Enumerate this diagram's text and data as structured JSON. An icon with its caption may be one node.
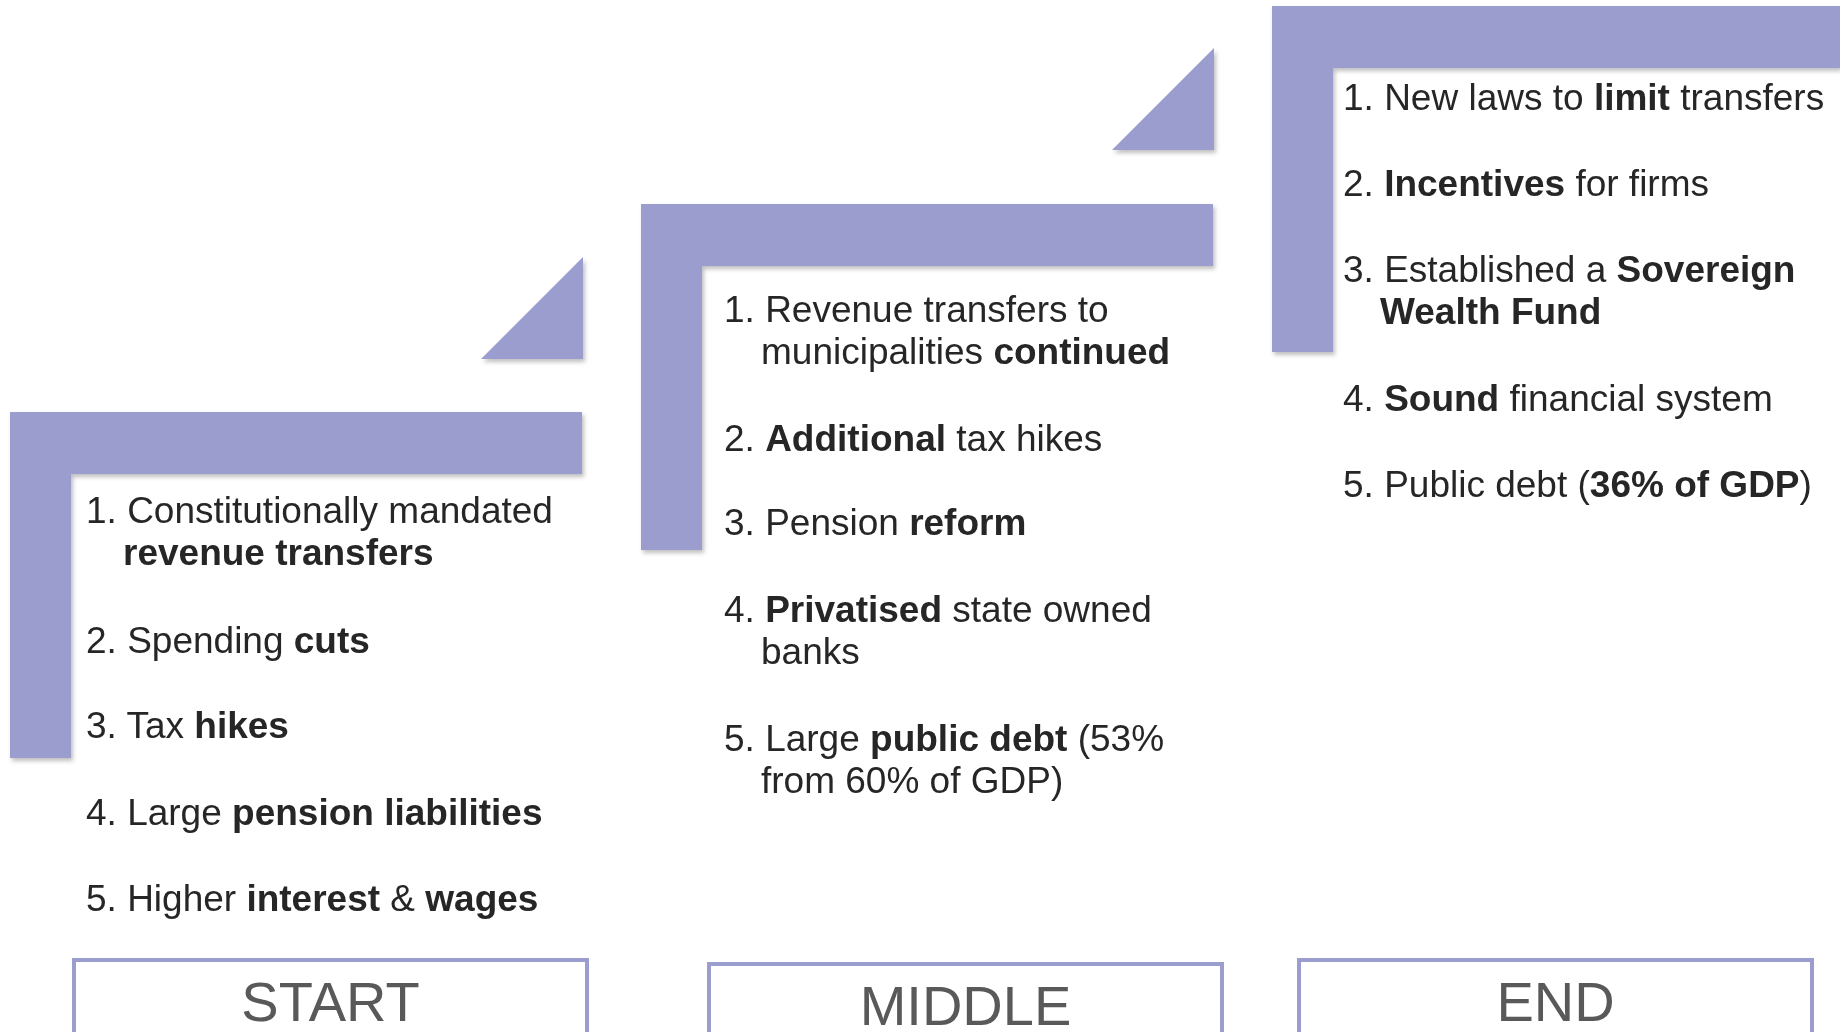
{
  "diagram": {
    "nodes": [
      {
        "text": [
          "START"
        ]
      },
      {
        "text": [
          "MIDDLE"
        ]
      },
      {
        "text": [
          "END"
        ]
      }
    ],
    "labels": [
      "1. Constitutionally mandated **revenue transfers**",
      "2. Spending **cuts**",
      "3. Tax **hikes**",
      "4. Large **pension liabilities**",
      "5. Higher **interest** & **wages**",
      "1. Revenue transfers to municipalities **continued**",
      "2. **Additional** tax hikes",
      "3. Pension **reform**",
      "4. **Privatised** state owned banks",
      "5. Large **public debt** (53% from 60% of GDP)",
      "1. New laws to **limit** transfers",
      "2. **Incentives** for firms",
      "3. Established a **Sovereign Wealth Fund**",
      "4. **Sound** financial system",
      "5. Public debt (**36% of GDP**)"
    ]
  }
}
